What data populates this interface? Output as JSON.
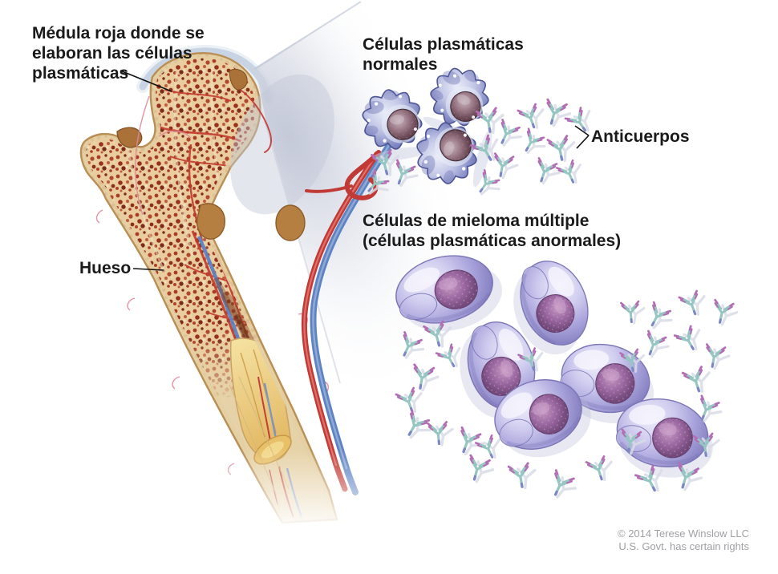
{
  "title_label": {
    "lines": [
      "Médula roja donde se",
      "elaboran las células",
      "plasmáticas"
    ]
  },
  "bone_label": "Hueso",
  "normal_section": {
    "heading_lines": [
      "Células plasmáticas",
      "normales"
    ],
    "antibody_label": "Anticuerpos",
    "cell_count": 3
  },
  "myeloma_section": {
    "heading_lines": [
      "Células de mieloma múltiple",
      "(células plasmáticas anormales)"
    ],
    "cell_count": 6
  },
  "credit": {
    "lines": [
      "© 2014 Terese Winslow LLC",
      "U.S. Govt. has certain rights"
    ]
  },
  "colors": {
    "text": "#1a1a1a",
    "credit_text": "#9fa0a4",
    "antibody_teal": "#96c6c2",
    "antibody_magenta": "#b56cb4",
    "antibody_blue": "#7d87c6",
    "artery_red": "#c23a35",
    "vein_blue": "#5d83c3",
    "plasma_cell_body": "#8890c8",
    "plasma_cell_nucleus": "#73525f",
    "myeloma_cell_body": "#aaa5dc",
    "myeloma_cell_nucleus": "#96659a",
    "bone_cortex": "#e6d2a8",
    "red_marrow": "#a83a28",
    "yellow_marrow": "#e9c878"
  }
}
